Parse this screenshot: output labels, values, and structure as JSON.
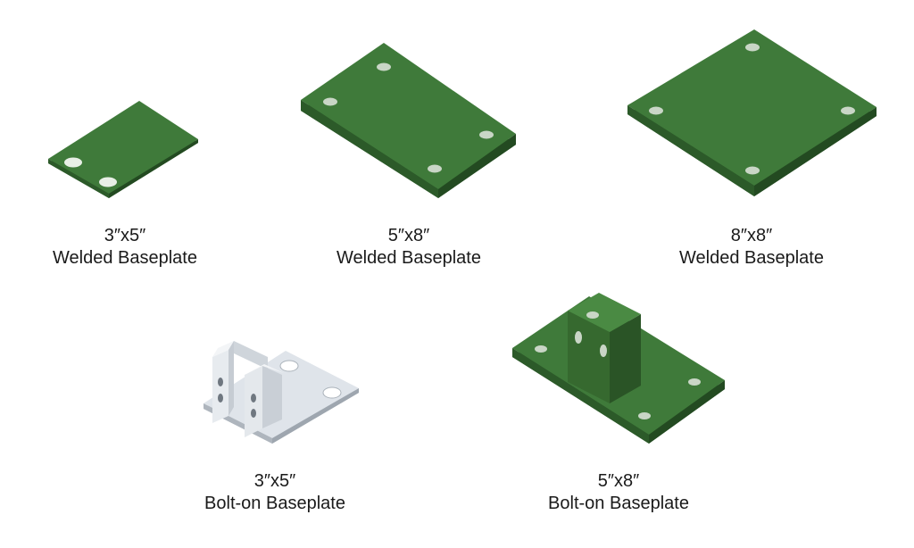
{
  "products": [
    {
      "size": "3″x5″",
      "name": "Welded Baseplate"
    },
    {
      "size": "5″x8″",
      "name": "Welded Baseplate"
    },
    {
      "size": "8″x8″",
      "name": "Welded Baseplate"
    },
    {
      "size": "3″x5″",
      "name": "Bolt-on Baseplate"
    },
    {
      "size": "5″x8″",
      "name": "Bolt-on Baseplate"
    }
  ],
  "colors": {
    "plate_green": "#3f7a3a",
    "plate_green_dark": "#2c5a29",
    "hole": "#e8efe6",
    "steel": "#dfe4ea",
    "steel_dark": "#b9c0c8"
  }
}
